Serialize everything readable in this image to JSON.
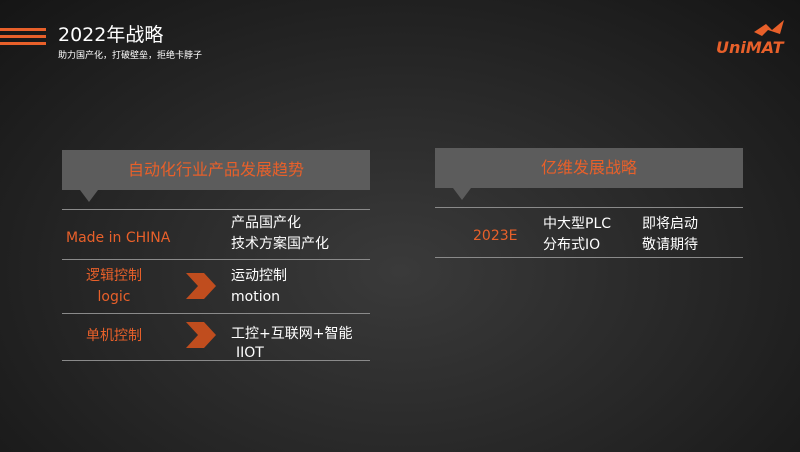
{
  "header": {
    "title": "2022年战略",
    "subtitle": "助力国产化，打破壁垒，拒绝卡脖子",
    "logo_text": "UniMAT"
  },
  "left_panel": {
    "heading": "自动化行业产品发展趋势",
    "rows": [
      {
        "left": "Made in CHINA",
        "right": [
          "产品国产化",
          "技术方案国产化"
        ]
      },
      {
        "left": [
          "逻辑控制",
          "logic"
        ],
        "right": [
          "运动控制",
          "motion"
        ]
      },
      {
        "left": "单机控制",
        "right": [
          "工控+互联网+智能",
          "IIOT"
        ]
      }
    ]
  },
  "right_panel": {
    "heading": "亿维发展战略",
    "row": {
      "year": "2023E",
      "products": [
        "中大型PLC",
        "分布式IO"
      ],
      "status": [
        "即将启动",
        "敬请期待"
      ]
    }
  },
  "colors": {
    "accent": "#e8602a",
    "panel": "#5c5c5c"
  },
  "icons": [
    "menu-stripes-icon",
    "unimat-logo-icon",
    "chevron-arrow-icon"
  ]
}
